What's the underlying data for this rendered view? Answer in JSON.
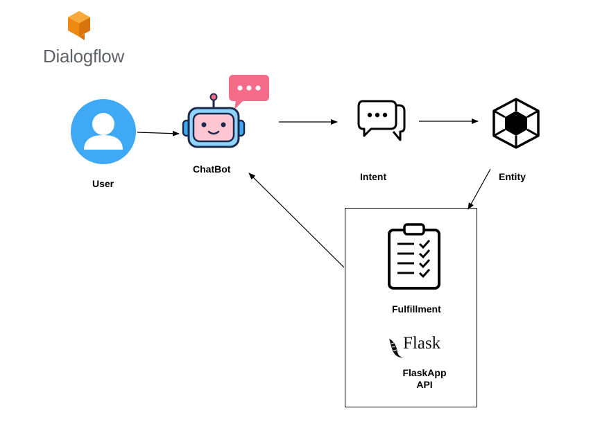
{
  "brand": {
    "name": "Dialogflow",
    "color": "#ef8a13"
  },
  "nodes": {
    "user": {
      "label": "User",
      "icon": "user-avatar-icon",
      "color": "#3fa9f5"
    },
    "chatbot": {
      "label": "ChatBot",
      "icon": "robot-chatbot-icon",
      "bubble_color": "#f56c8a"
    },
    "intent": {
      "label": "Intent",
      "icon": "chat-bubbles-icon"
    },
    "entity": {
      "label": "Entity",
      "icon": "hexagon-cube-icon"
    },
    "fulfillment": {
      "label": "Fulfillment",
      "icon": "clipboard-checklist-icon"
    },
    "flask": {
      "logo_text": "Flask",
      "label_line1": "FlaskApp",
      "label_line2": "API"
    }
  },
  "edges": [
    {
      "from": "user",
      "to": "chatbot"
    },
    {
      "from": "chatbot",
      "to": "intent"
    },
    {
      "from": "intent",
      "to": "entity"
    },
    {
      "from": "entity",
      "to": "fulfillment"
    },
    {
      "from": "fulfillment",
      "to": "chatbot"
    }
  ]
}
